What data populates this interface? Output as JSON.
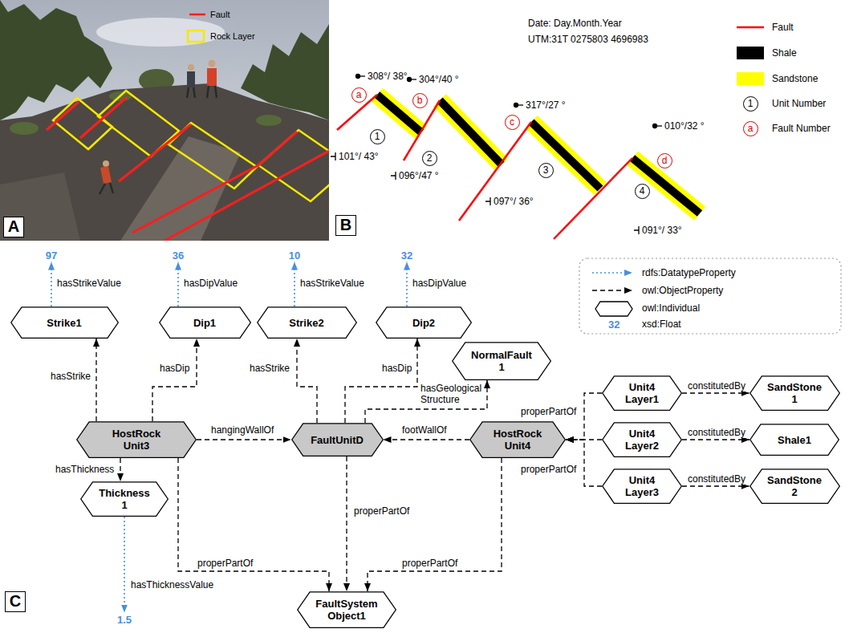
{
  "diagram": {
    "nodes": [
      {
        "text": [
          "97"
        ]
      },
      {
        "text": [
          "36"
        ]
      },
      {
        "text": [
          "10"
        ]
      },
      {
        "text": [
          "32"
        ]
      },
      {
        "text": [
          "Strike1"
        ]
      },
      {
        "text": [
          "Dip1"
        ]
      },
      {
        "text": [
          "Strike2"
        ]
      },
      {
        "text": [
          "Dip2"
        ]
      },
      {
        "text": [
          "NormalFault 1"
        ]
      },
      {
        "text": [
          "Unit4 Layer1"
        ]
      },
      {
        "text": [
          "SandStone 1"
        ]
      },
      {
        "text": [
          "HostRock Unit3"
        ]
      },
      {
        "text": [
          "FaultUnitD"
        ]
      },
      {
        "text": [
          "HostRock Unit4"
        ]
      },
      {
        "text": [
          "Unit4 Layer2"
        ]
      },
      {
        "text": [
          "Shale1"
        ]
      },
      {
        "text": [
          "Unit4 Layer3"
        ]
      },
      {
        "text": [
          "SandStone 2"
        ]
      },
      {
        "text": [
          "Thickness 1"
        ]
      },
      {
        "text": [
          "1.5"
        ]
      },
      {
        "text": [
          "FaultSystem Object1"
        ]
      }
    ],
    "edges": [
      {
        "from": 4,
        "to": 0,
        "arrow": "to",
        "label": "hasStrikeValue"
      },
      {
        "from": 5,
        "to": 1,
        "arrow": "to",
        "label": "hasDipValue"
      },
      {
        "from": 6,
        "to": 2,
        "arrow": "to",
        "label": "hasStrikeValue"
      },
      {
        "from": 7,
        "to": 3,
        "arrow": "to",
        "label": "hasDipValue"
      },
      {
        "from": 11,
        "to": 4,
        "arrow": "to",
        "label": "hasStrike"
      },
      {
        "from": 11,
        "to": 5,
        "arrow": "to",
        "label": "hasDip"
      },
      {
        "from": 12,
        "to": 6,
        "arrow": "to",
        "label": "hasStrike"
      },
      {
        "from": 12,
        "to": 7,
        "arrow": "to",
        "label": "hasDip"
      },
      {
        "from": 12,
        "to": 8,
        "arrow": "to",
        "label": "hasGeological Structure"
      },
      {
        "from": 11,
        "to": 12,
        "arrow": "to",
        "label": "hangingWallOf"
      },
      {
        "from": 13,
        "to": 12,
        "arrow": "to",
        "label": "footWallOf"
      },
      {
        "from": 9,
        "to": 13,
        "arrow": "to",
        "label": "properPartOf"
      },
      {
        "from": 14,
        "to": 13,
        "arrow": "to"
      },
      {
        "from": 16,
        "to": 13,
        "arrow": "to",
        "label": "properPartOf"
      },
      {
        "from": 9,
        "to": 10,
        "arrow": "to",
        "label": "constitutedBy"
      },
      {
        "from": 14,
        "to": 15,
        "arrow": "to",
        "label": "constitutedBy"
      },
      {
        "from": 16,
        "to": 17,
        "arrow": "to",
        "label": "constitutedBy"
      },
      {
        "from": 11,
        "to": 18,
        "arrow": "to",
        "label": "hasThickness"
      },
      {
        "from": 18,
        "to": 19,
        "arrow": "to",
        "label": "hasThicknessValue"
      },
      {
        "from": 11,
        "to": 20,
        "arrow": "to",
        "label": "properPartOf"
      },
      {
        "from": 12,
        "to": 20,
        "arrow": "to",
        "label": "properPartOf"
      },
      {
        "from": 13,
        "to": 20,
        "arrow": "to",
        "label": "properPartOf"
      }
    ],
    "labels": [
      "A",
      "B",
      "C",
      "Date: Day.Month.Year",
      "UTM:31T 0275803 4696983",
      "308°/ 38°",
      "304°/40 °",
      "317°/27 °",
      "010°/32 °",
      "101°/ 43°",
      "096°/47 °",
      "097°/ 36°",
      "091°/ 33°",
      "a",
      "b",
      "c",
      "d",
      "1",
      "2",
      "3",
      "4",
      "1",
      "a",
      "32"
    ],
    "legend": [
      {
        "text": "Fault"
      },
      {
        "text": "Rock Layer"
      },
      {
        "text": "Fault"
      },
      {
        "text": "Shale",
        "color": "#000000"
      },
      {
        "text": "Sandstone",
        "color": "#ffff00"
      },
      {
        "text": "Unit Number"
      },
      {
        "text": "Fault Number"
      },
      {
        "text": "rdfs:DatatypeProperty"
      },
      {
        "text": "owl:ObjectProperty"
      },
      {
        "text": "owl:Individual"
      },
      {
        "text": "xsd:Float"
      }
    ]
  }
}
